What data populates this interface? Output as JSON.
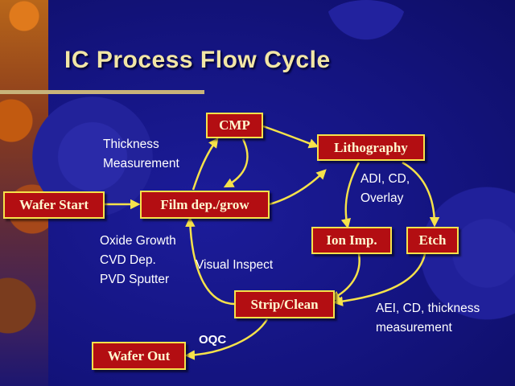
{
  "title": "IC Process Flow Cycle",
  "colors": {
    "background": "#14147a",
    "node_fill": "#b30e12",
    "node_border": "#f6e24a",
    "arrow": "#f6e24a",
    "title": "#f2e6a6",
    "note_text": "#ffffff"
  },
  "nodes": {
    "cmp": "CMP",
    "lithography": "Lithography",
    "wafer_start": "Wafer Start",
    "film_dep": "Film dep./grow",
    "ion_imp": "Ion Imp.",
    "etch": "Etch",
    "strip_clean": "Strip/Clean",
    "wafer_out": "Wafer Out"
  },
  "notes": {
    "thickness": [
      "Thickness",
      "Measurement"
    ],
    "adi": [
      "ADI, CD,",
      "Overlay"
    ],
    "oxide": [
      "Oxide Growth",
      "CVD Dep.",
      "PVD Sputter"
    ],
    "visual_inspect": "Visual Inspect",
    "aei": [
      "AEI, CD, thickness",
      "measurement"
    ],
    "oqc": "OQC"
  }
}
